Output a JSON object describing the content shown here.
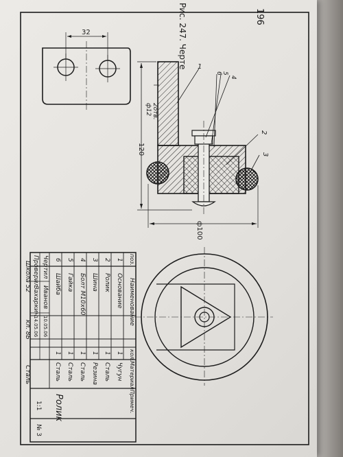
{
  "page": {
    "number": "196",
    "caption_top": "Рис. 247. Черте"
  },
  "dims": {
    "d32": "32",
    "d120": "120",
    "d100": "ф100",
    "d12": "ф12",
    "holes": "2отв."
  },
  "leaders": {
    "l1": "1",
    "l2": "2",
    "l3": "3",
    "l4": "4",
    "l5": "5",
    "l6": "6"
  },
  "spec": {
    "headers": {
      "pos": "поз.",
      "name": "Наименование",
      "qty": "кол.",
      "material": "Материал",
      "note": "Примеч."
    },
    "rows": [
      {
        "pos": "1",
        "name": "Основание",
        "qty": "1",
        "material": "Чугун"
      },
      {
        "pos": "2",
        "name": "Ролик",
        "qty": "1",
        "material": "Сталь"
      },
      {
        "pos": "3",
        "name": "Шина",
        "qty": "1",
        "material": "Резина"
      },
      {
        "pos": "4",
        "name": "Болт М10х60",
        "qty": "1",
        "material": "Сталь"
      },
      {
        "pos": "5",
        "name": "Гайка",
        "qty": "1",
        "material": "Сталь"
      },
      {
        "pos": "6",
        "name": "Шайба",
        "qty": "1",
        "material": "Сталь"
      }
    ]
  },
  "title_block": {
    "role_drew": "Чертил",
    "role_checked": "Проверил",
    "name_drew": "Иванов",
    "name_checked": "Захаркин",
    "date_drew": "10.05.06",
    "date_checked": "14.05.06",
    "school": "Школа 52",
    "grade": "кл. 8Б",
    "material": "Сталь",
    "title": "Ролик",
    "scale": "1:1",
    "sheet": "№ 3"
  }
}
